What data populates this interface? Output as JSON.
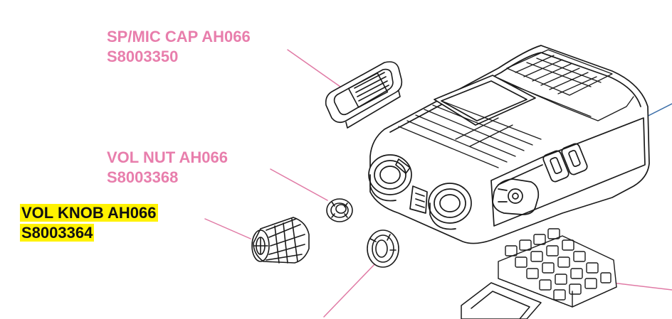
{
  "colors": {
    "label_pink": "#e87eac",
    "callout_pink": "#e07aa5",
    "callout_blue": "#3b6ea8",
    "highlight_yellow": "#fff200",
    "highlighted_text": "#111111",
    "line_art": "#1a1a1a"
  },
  "labels": {
    "sp_mic_cap": {
      "name": "SP/MIC CAP AH066",
      "part": "S8003350"
    },
    "vol_nut": {
      "name": "VOL NUT AH066",
      "part": "S8003368"
    },
    "vol_knob": {
      "name": "VOL KNOB AH066",
      "part": "S8003364",
      "highlighted": true
    }
  },
  "parts": [
    "radio-body",
    "sp-mic-cap",
    "vol-nut",
    "vol-knob",
    "ring-part",
    "keypad",
    "lcd-window"
  ]
}
